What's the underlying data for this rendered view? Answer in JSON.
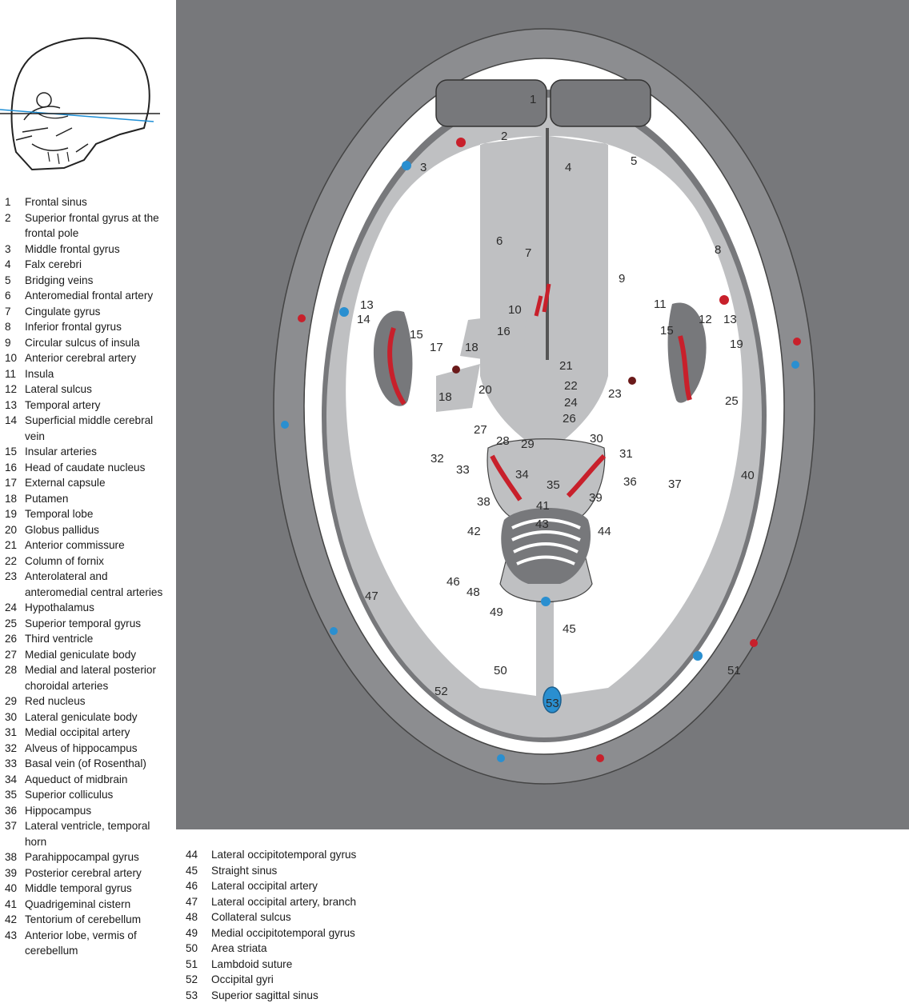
{
  "legend": [
    {
      "num": "1",
      "text": "Frontal sinus"
    },
    {
      "num": "2",
      "text": "Superior frontal gyrus at the frontal pole"
    },
    {
      "num": "3",
      "text": "Middle frontal gyrus"
    },
    {
      "num": "4",
      "text": "Falx cerebri"
    },
    {
      "num": "5",
      "text": "Bridging veins"
    },
    {
      "num": "6",
      "text": "Anteromedial frontal artery"
    },
    {
      "num": "7",
      "text": "Cingulate gyrus"
    },
    {
      "num": "8",
      "text": "Inferior frontal gyrus"
    },
    {
      "num": "9",
      "text": "Circular sulcus of insula"
    },
    {
      "num": "10",
      "text": "Anterior cerebral artery"
    },
    {
      "num": "11",
      "text": "Insula"
    },
    {
      "num": "12",
      "text": "Lateral sulcus"
    },
    {
      "num": "13",
      "text": "Temporal artery"
    },
    {
      "num": "14",
      "text": "Superficial middle cerebral vein"
    },
    {
      "num": "15",
      "text": "Insular arteries"
    },
    {
      "num": "16",
      "text": "Head of caudate nucleus"
    },
    {
      "num": "17",
      "text": "External capsule"
    },
    {
      "num": "18",
      "text": "Putamen"
    },
    {
      "num": "19",
      "text": "Temporal lobe"
    },
    {
      "num": "20",
      "text": "Globus pallidus"
    },
    {
      "num": "21",
      "text": "Anterior commissure"
    },
    {
      "num": "22",
      "text": "Column of fornix"
    },
    {
      "num": "23",
      "text": "Anterolateral and anteromedial central arteries"
    },
    {
      "num": "24",
      "text": "Hypothalamus"
    },
    {
      "num": "25",
      "text": "Superior temporal gyrus"
    },
    {
      "num": "26",
      "text": "Third ventricle"
    },
    {
      "num": "27",
      "text": "Medial geniculate body"
    },
    {
      "num": "28",
      "text": "Medial and lateral posterior choroidal arteries"
    },
    {
      "num": "29",
      "text": "Red nucleus"
    },
    {
      "num": "30",
      "text": "Lateral geniculate body"
    },
    {
      "num": "31",
      "text": "Medial occipital artery"
    },
    {
      "num": "32",
      "text": "Alveus of hippocampus"
    },
    {
      "num": "33",
      "text": "Basal vein (of Rosenthal)"
    },
    {
      "num": "34",
      "text": "Aqueduct of midbrain"
    },
    {
      "num": "35",
      "text": "Superior colliculus"
    },
    {
      "num": "36",
      "text": "Hippocampus"
    },
    {
      "num": "37",
      "text": "Lateral ventricle, temporal horn"
    },
    {
      "num": "38",
      "text": "Parahippocampal gyrus"
    },
    {
      "num": "39",
      "text": "Posterior cerebral artery"
    },
    {
      "num": "40",
      "text": "Middle temporal gyrus"
    },
    {
      "num": "41",
      "text": "Quadrigeminal cistern"
    },
    {
      "num": "42",
      "text": "Tentorium of cerebellum"
    },
    {
      "num": "43",
      "text": "Anterior lobe, vermis of cerebellum"
    },
    {
      "num": "44",
      "text": "Lateral occipitotemporal gyrus"
    },
    {
      "num": "45",
      "text": "Straight sinus"
    },
    {
      "num": "46",
      "text": "Lateral occipital artery"
    },
    {
      "num": "47",
      "text": "Lateral occipital artery, branch"
    },
    {
      "num": "48",
      "text": "Collateral sulcus"
    },
    {
      "num": "49",
      "text": "Medial occipitotemporal gyrus"
    },
    {
      "num": "50",
      "text": "Area striata"
    },
    {
      "num": "51",
      "text": "Lambdoid suture"
    },
    {
      "num": "52",
      "text": "Occipital gyri"
    },
    {
      "num": "53",
      "text": "Superior sagittal sinus"
    }
  ],
  "colors": {
    "panel": "#77787b",
    "scalp": "#8c8d90",
    "bone": "#ffffff",
    "csf": "#6f7073",
    "gray_matter": "#bfc0c2",
    "white_matter": "#ffffff",
    "artery": "#c8202b",
    "vein": "#2a8fd0",
    "slice_line": "#1e8fd6"
  },
  "icons": [
    "skull-thumbnail-icon"
  ]
}
